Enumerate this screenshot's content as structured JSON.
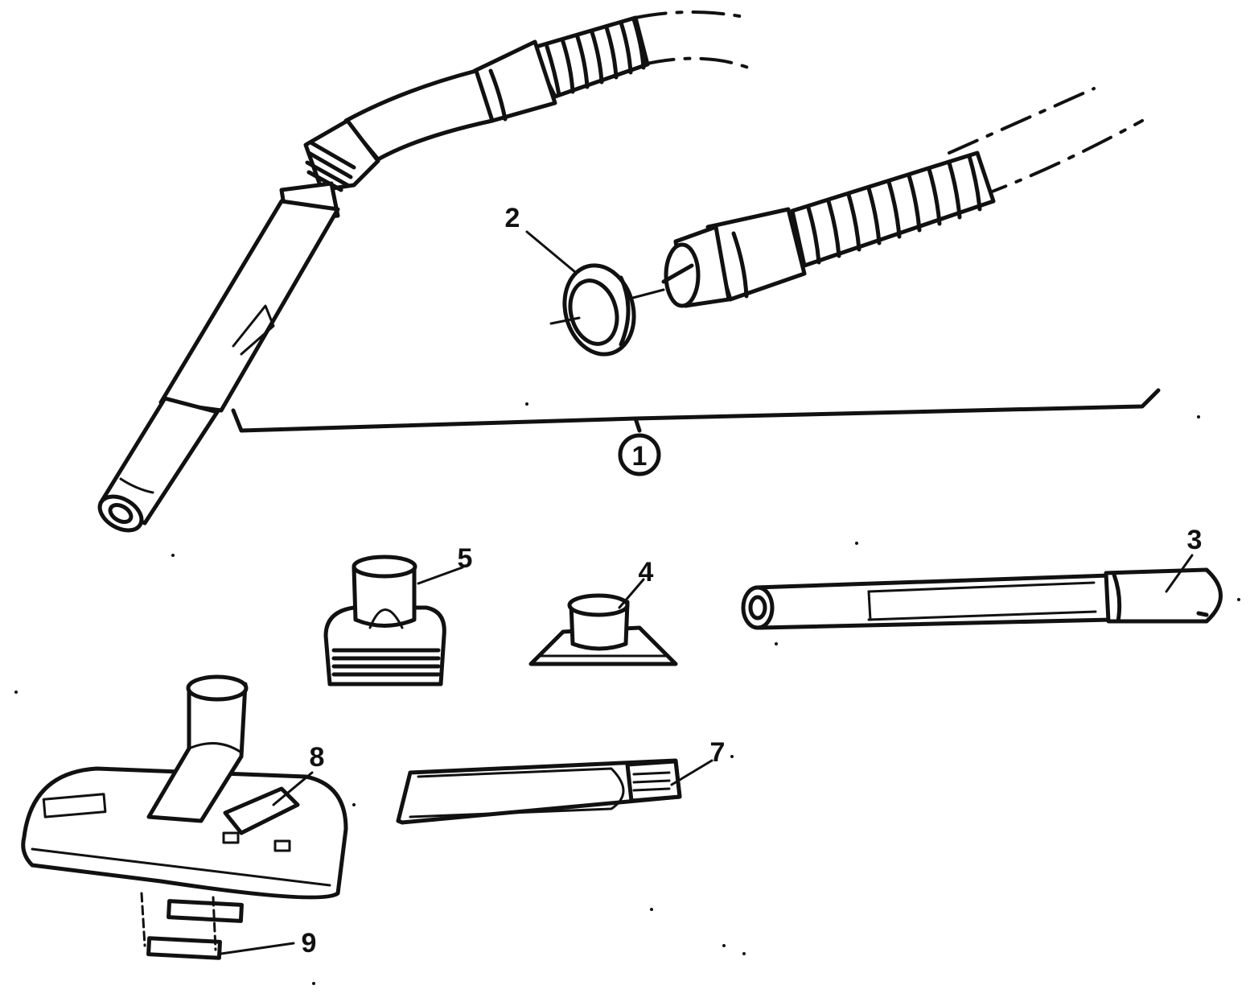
{
  "diagram": {
    "callouts": [
      {
        "id": "callout-1",
        "label": "1"
      },
      {
        "id": "callout-2",
        "label": "2"
      },
      {
        "id": "callout-3",
        "label": "3"
      },
      {
        "id": "callout-4",
        "label": "4"
      },
      {
        "id": "callout-5",
        "label": "5"
      },
      {
        "id": "callout-7",
        "label": "7"
      },
      {
        "id": "callout-8",
        "label": "8"
      },
      {
        "id": "callout-9",
        "label": "9"
      }
    ]
  }
}
